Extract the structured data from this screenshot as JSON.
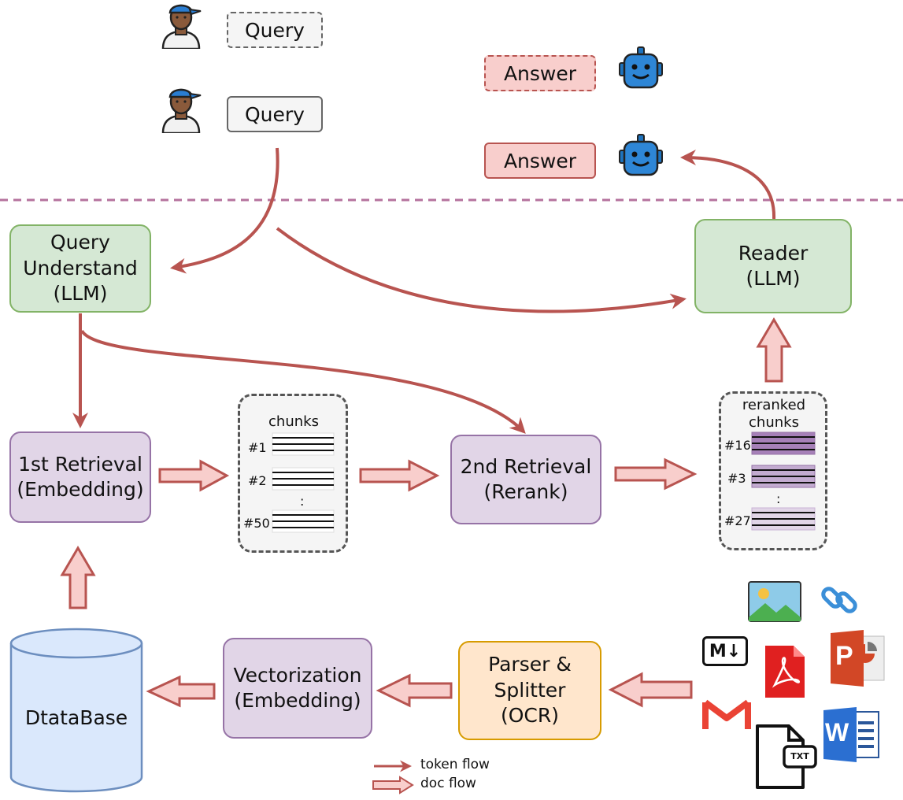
{
  "top": {
    "query_label_1": "Query",
    "query_label_2": "Query",
    "answer_label_1": "Answer",
    "answer_label_2": "Answer"
  },
  "nodes": {
    "query_understand": "Query\nUnderstand\n(LLM)",
    "reader": "Reader\n(LLM)",
    "first_retrieval": "1st Retrieval\n(Embedding)",
    "second_retrieval": "2nd Retrieval\n(Rerank)",
    "vectorization": "Vectorization\n(Embedding)",
    "parser": "Parser &\nSplitter\n(OCR)",
    "database": "DtataBase"
  },
  "chunks": {
    "title": "chunks",
    "items": [
      "#1",
      "#2",
      ":",
      "#50"
    ]
  },
  "reranked": {
    "title": "reranked\nchunks",
    "items": [
      "#16",
      "#3",
      ":",
      "#27"
    ]
  },
  "doc_icons": {
    "markdown": "M↓",
    "txt": "TXT",
    "powerpoint": "P",
    "word": "W"
  },
  "legend": {
    "token_flow": "token flow",
    "doc_flow": "doc flow"
  },
  "colors": {
    "token_arrow": "#b85450",
    "doc_arrow_fill": "#f8cecc",
    "separator": "#b5739d"
  }
}
